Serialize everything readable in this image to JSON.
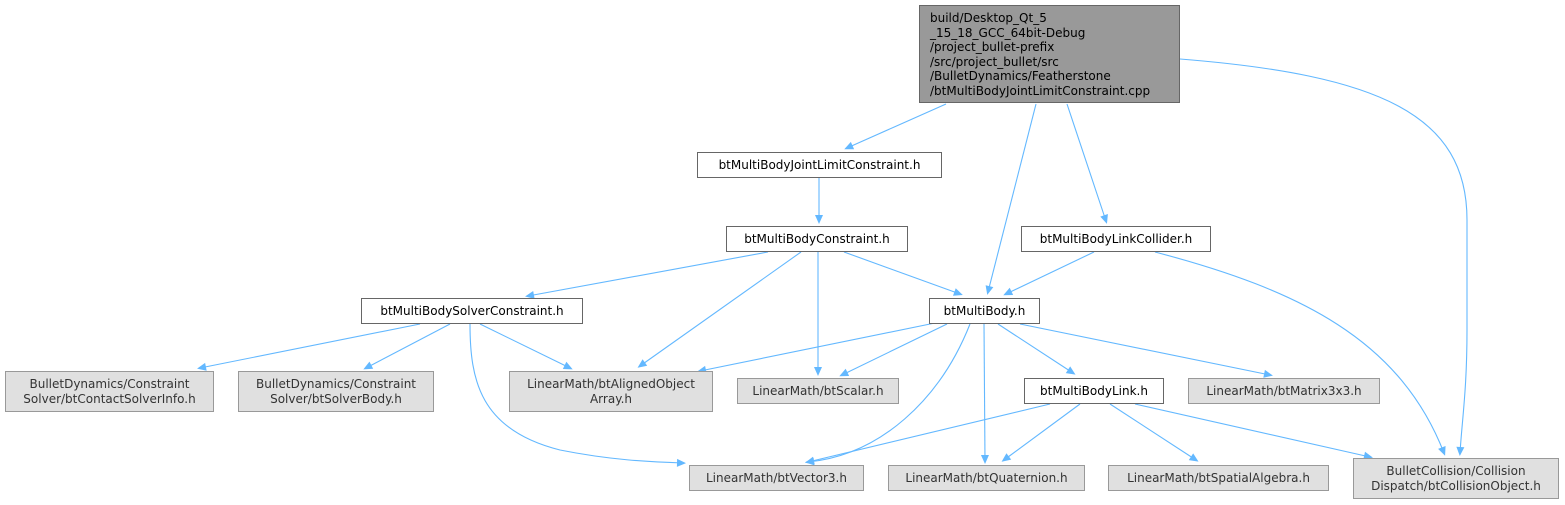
{
  "diagram": {
    "type": "include-dependency-graph",
    "colors": {
      "edge": "#63b8ff",
      "root_fill": "#999999",
      "external_fill": "#e0e0e0",
      "local_fill": "#ffffff",
      "border": "#666666"
    },
    "nodes": [
      {
        "id": "root",
        "label": "build/Desktop_Qt_5\n_15_18_GCC_64bit-Debug\n/project_bullet-prefix\n/src/project_bullet/src\n/BulletDynamics/Featherstone\n/btMultiBodyJointLimitConstraint.cpp",
        "style": "root"
      },
      {
        "id": "jlc",
        "label": "btMultiBodyJointLimitConstraint.h",
        "style": "plain"
      },
      {
        "id": "constraint",
        "label": "btMultiBodyConstraint.h",
        "style": "plain"
      },
      {
        "id": "linkcollider",
        "label": "btMultiBodyLinkCollider.h",
        "style": "plain"
      },
      {
        "id": "solverconstraint",
        "label": "btMultiBodySolverConstraint.h",
        "style": "plain"
      },
      {
        "id": "multibody",
        "label": "btMultiBody.h",
        "style": "plain"
      },
      {
        "id": "contactsolverinfo",
        "label": "BulletDynamics/Constraint\nSolver/btContactSolverInfo.h",
        "style": "grey"
      },
      {
        "id": "solverbody",
        "label": "BulletDynamics/Constraint\nSolver/btSolverBody.h",
        "style": "grey"
      },
      {
        "id": "alignedarray",
        "label": "LinearMath/btAlignedObject\nArray.h",
        "style": "grey"
      },
      {
        "id": "scalar",
        "label": "LinearMath/btScalar.h",
        "style": "grey"
      },
      {
        "id": "multibodylink",
        "label": "btMultiBodyLink.h",
        "style": "plain"
      },
      {
        "id": "matrix3x3",
        "label": "LinearMath/btMatrix3x3.h",
        "style": "grey"
      },
      {
        "id": "vector3",
        "label": "LinearMath/btVector3.h",
        "style": "grey"
      },
      {
        "id": "quaternion",
        "label": "LinearMath/btQuaternion.h",
        "style": "grey"
      },
      {
        "id": "spatialalgebra",
        "label": "LinearMath/btSpatialAlgebra.h",
        "style": "grey"
      },
      {
        "id": "collisionobject",
        "label": "BulletCollision/Collision\nDispatch/btCollisionObject.h",
        "style": "grey"
      }
    ],
    "edges": [
      {
        "from": "root",
        "to": "jlc"
      },
      {
        "from": "root",
        "to": "multibody"
      },
      {
        "from": "root",
        "to": "linkcollider"
      },
      {
        "from": "root",
        "to": "collisionobject"
      },
      {
        "from": "jlc",
        "to": "constraint"
      },
      {
        "from": "constraint",
        "to": "solverconstraint"
      },
      {
        "from": "constraint",
        "to": "alignedarray"
      },
      {
        "from": "constraint",
        "to": "scalar"
      },
      {
        "from": "constraint",
        "to": "multibody"
      },
      {
        "from": "linkcollider",
        "to": "multibody"
      },
      {
        "from": "linkcollider",
        "to": "collisionobject"
      },
      {
        "from": "solverconstraint",
        "to": "contactsolverinfo"
      },
      {
        "from": "solverconstraint",
        "to": "solverbody"
      },
      {
        "from": "solverconstraint",
        "to": "alignedarray"
      },
      {
        "from": "solverconstraint",
        "to": "vector3"
      },
      {
        "from": "multibody",
        "to": "alignedarray"
      },
      {
        "from": "multibody",
        "to": "scalar"
      },
      {
        "from": "multibody",
        "to": "vector3"
      },
      {
        "from": "multibody",
        "to": "quaternion"
      },
      {
        "from": "multibody",
        "to": "multibodylink"
      },
      {
        "from": "multibody",
        "to": "matrix3x3"
      },
      {
        "from": "multibodylink",
        "to": "vector3"
      },
      {
        "from": "multibodylink",
        "to": "quaternion"
      },
      {
        "from": "multibodylink",
        "to": "spatialalgebra"
      },
      {
        "from": "multibodylink",
        "to": "collisionobject"
      }
    ]
  }
}
